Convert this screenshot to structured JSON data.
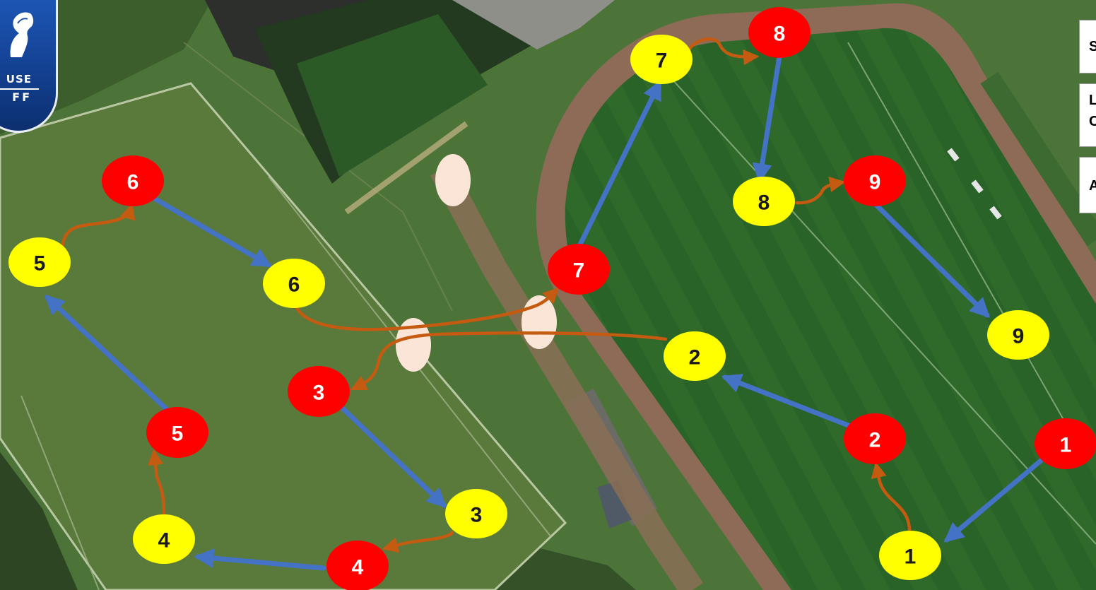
{
  "logo": {
    "text_line1": "USE",
    "text_line2": "FF",
    "colors": {
      "shield": "#1a4ea6",
      "rim": "#e9eef8"
    },
    "icon": "horse-icon"
  },
  "legend": {
    "items": [
      {
        "label": "S"
      },
      {
        "label": "L",
        "label_line2": "C"
      },
      {
        "label": "A"
      }
    ]
  },
  "colors": {
    "red_marker": "#ff0000",
    "yellow_marker": "#ffff00",
    "blue_arrow": "#4472c4",
    "orange_arrow": "#c55a11",
    "gate": "#fbe5d6"
  },
  "markers": {
    "red": [
      "1",
      "2",
      "3",
      "4",
      "5",
      "6",
      "7",
      "8",
      "9"
    ],
    "yellow": [
      "1",
      "2",
      "3",
      "4",
      "5",
      "6",
      "7",
      "8",
      "9"
    ]
  }
}
